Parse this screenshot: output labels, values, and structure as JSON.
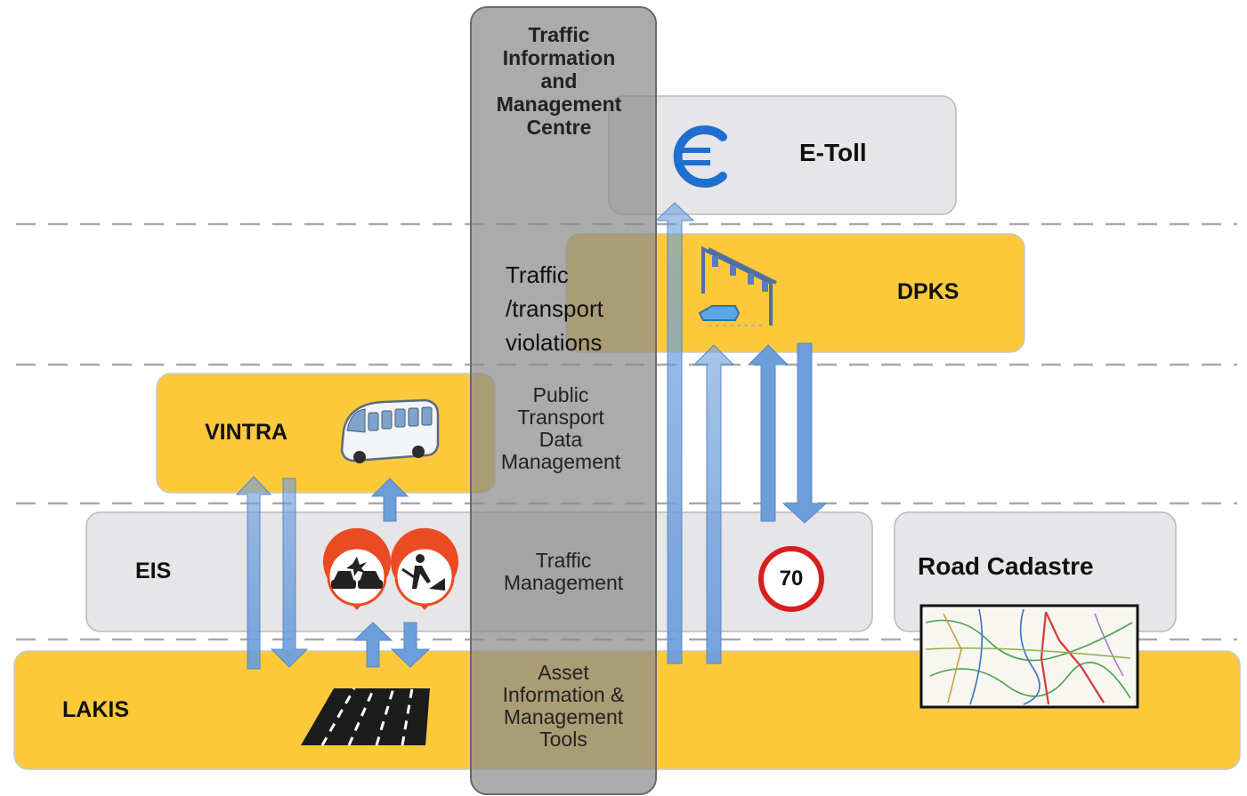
{
  "center_column": {
    "title": [
      "Traffic",
      "Information",
      "and",
      "Management",
      "Centre"
    ],
    "sections": [
      {
        "lines": [
          "Traffic",
          "/transport",
          "violations"
        ]
      },
      {
        "lines": [
          "Public",
          "Transport",
          "Data",
          "Management"
        ]
      },
      {
        "lines": [
          "Traffic",
          "Management"
        ]
      },
      {
        "lines": [
          "Asset",
          "Information &",
          "Management",
          "Tools"
        ]
      }
    ]
  },
  "systems": {
    "etoll": {
      "label": "E-Toll",
      "icon": "euro-icon"
    },
    "dpks": {
      "label": "DPKS",
      "icon": "speed-camera-gantry-icon"
    },
    "vintra": {
      "label": "VINTRA",
      "icon": "bus-icon"
    },
    "eis": {
      "label": "EIS",
      "icons": [
        "accident-marker-icon",
        "roadworks-marker-icon"
      ]
    },
    "speed_sign": {
      "label": "70",
      "icon": "speed-limit-sign-icon"
    },
    "road_cadastre": {
      "label": "Road Cadastre",
      "icon": "road-map-icon"
    },
    "lakis": {
      "label": "LAKIS",
      "icon": "road-lanes-icon"
    }
  },
  "colors": {
    "yellow_box": "#fcc93a",
    "grey_box": "#e6e6e8",
    "center_column": "#8a8a8a",
    "arrow": "#6d9edc",
    "speed_sign_ring": "#d81e1e"
  }
}
